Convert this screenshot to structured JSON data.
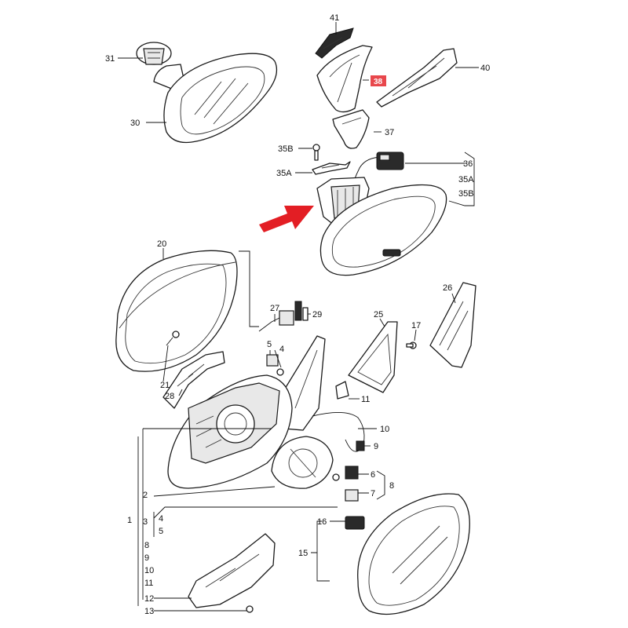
{
  "colors": {
    "arrow": "#e31e24",
    "highlight": "#e8474c",
    "line": "#1a1a1a"
  },
  "highlighted_part": "38",
  "labels": {
    "l31": "31",
    "l30": "30",
    "l41": "41",
    "l38": "38",
    "l40": "40",
    "l37": "37",
    "l35b_top": "35B",
    "l35a_top": "35A",
    "l36": "36",
    "l35a_r": "35A",
    "l35b_r": "35B",
    "l20": "20",
    "l27": "27",
    "l29": "29",
    "l26": "26",
    "l25": "25",
    "l17": "17",
    "l5": "5",
    "l4": "4",
    "l21": "21",
    "l28": "28",
    "l11": "11",
    "l10": "10",
    "l9": "9",
    "l6": "6",
    "l8": "8",
    "l7": "7",
    "l2": "2",
    "l1": "1",
    "l3": "3",
    "l4b": "4",
    "l5b": "5",
    "l16": "16",
    "l15": "15",
    "l8b": "8",
    "l9b": "9",
    "l10b": "10",
    "l11b": "11",
    "l12": "12",
    "l13": "13"
  }
}
